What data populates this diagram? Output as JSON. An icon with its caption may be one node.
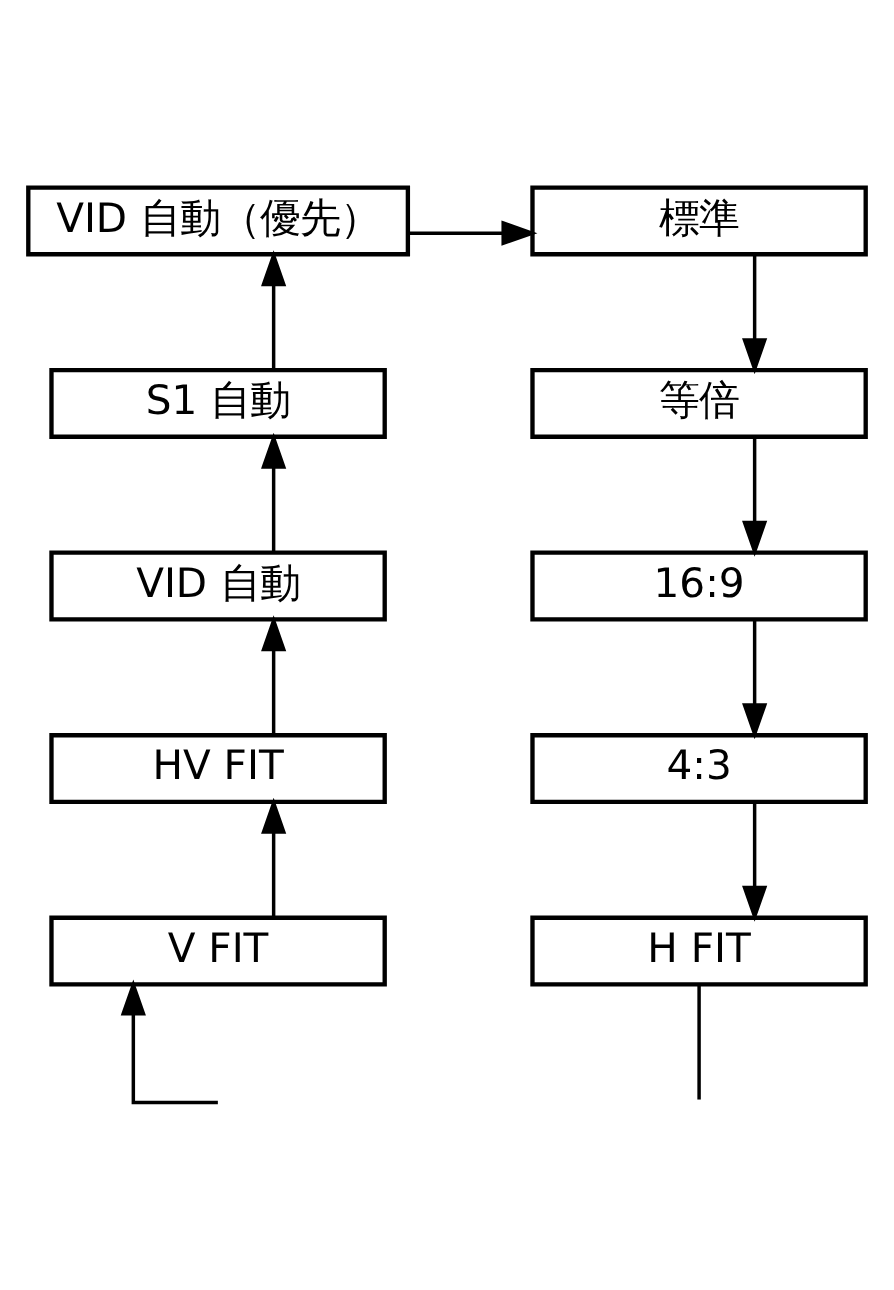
{
  "diagram": {
    "nodes": [
      {
        "text": [
          "VID 自動（優先）"
        ]
      },
      {
        "text": [
          "標準"
        ]
      },
      {
        "text": [
          "S1 自動"
        ]
      },
      {
        "text": [
          "等倍"
        ]
      },
      {
        "text": [
          "VID 自動"
        ]
      },
      {
        "text": [
          "16:9"
        ]
      },
      {
        "text": [
          "HV FIT"
        ]
      },
      {
        "text": [
          "4:3"
        ]
      },
      {
        "text": [
          "V FIT"
        ]
      },
      {
        "text": [
          "H FIT"
        ]
      }
    ],
    "edges": [
      {
        "from": 0,
        "to": 1,
        "arrow": "to"
      },
      {
        "from": 1,
        "to": 3,
        "arrow": "to"
      },
      {
        "from": 3,
        "to": 5,
        "arrow": "to"
      },
      {
        "from": 5,
        "to": 7,
        "arrow": "to"
      },
      {
        "from": 7,
        "to": 9,
        "arrow": "to"
      },
      {
        "from": 9,
        "to": null,
        "arrow": "none"
      },
      {
        "from": null,
        "to": 8,
        "arrow": "to"
      },
      {
        "from": 8,
        "to": 6,
        "arrow": "to"
      },
      {
        "from": 6,
        "to": 4,
        "arrow": "to"
      },
      {
        "from": 4,
        "to": 2,
        "arrow": "to"
      },
      {
        "from": 2,
        "to": 0,
        "arrow": "to"
      }
    ]
  }
}
